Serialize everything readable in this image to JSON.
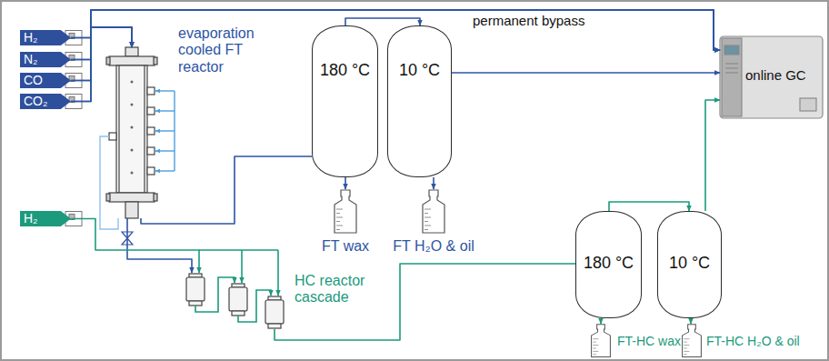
{
  "diagram": {
    "nodes": [
      {
        "text": [
          "H₂"
        ]
      },
      {
        "text": [
          "N₂"
        ]
      },
      {
        "text": [
          "CO"
        ]
      },
      {
        "text": [
          "CO₂"
        ]
      },
      {
        "text": [
          "evaporation cooled FT reactor"
        ]
      },
      {
        "text": [
          "180 °C"
        ]
      },
      {
        "text": [
          "10 °C"
        ]
      },
      {
        "text": [
          "online GC"
        ]
      },
      {
        "text": [
          "FT wax"
        ]
      },
      {
        "text": [
          "FT H₂O & oil"
        ]
      },
      {
        "text": [
          "H₂"
        ]
      },
      {
        "text": [
          "180 °C"
        ]
      },
      {
        "text": [
          "10 °C"
        ]
      },
      {
        "text": [
          "HC reactor cascade"
        ]
      },
      {
        "text": [
          "FT-HC wax"
        ]
      },
      {
        "text": [
          "FT-HC H₂O & oil"
        ]
      }
    ],
    "edges": [
      {
        "from": 0,
        "to": 4,
        "arrow": "to"
      },
      {
        "from": 1,
        "to": 4,
        "arrow": "to"
      },
      {
        "from": 2,
        "to": 4,
        "arrow": "to"
      },
      {
        "from": 3,
        "to": 4,
        "arrow": "to"
      },
      {
        "from": 0,
        "to": 7,
        "label": "permanent bypass",
        "arrow": "to"
      },
      {
        "from": 1,
        "to": 7,
        "arrow": "to"
      },
      {
        "from": 2,
        "to": 7,
        "arrow": "to"
      },
      {
        "from": 3,
        "to": 7,
        "arrow": "to"
      },
      {
        "from": 4,
        "to": 5,
        "arrow": "none"
      },
      {
        "from": 5,
        "to": 6,
        "arrow": "to"
      },
      {
        "from": 6,
        "to": 7,
        "arrow": "to"
      },
      {
        "from": 5,
        "to": 8,
        "arrow": "to"
      },
      {
        "from": 6,
        "to": 9,
        "arrow": "to"
      },
      {
        "from": 4,
        "to": 13,
        "arrow": "to"
      },
      {
        "from": 10,
        "to": 13,
        "arrow": "to"
      },
      {
        "from": 13,
        "to": 11,
        "arrow": "none"
      },
      {
        "from": 11,
        "to": 12,
        "arrow": "to"
      },
      {
        "from": 12,
        "to": 7,
        "arrow": "to"
      },
      {
        "from": 11,
        "to": 14,
        "arrow": "to"
      },
      {
        "from": 12,
        "to": 15,
        "arrow": "to"
      }
    ]
  }
}
